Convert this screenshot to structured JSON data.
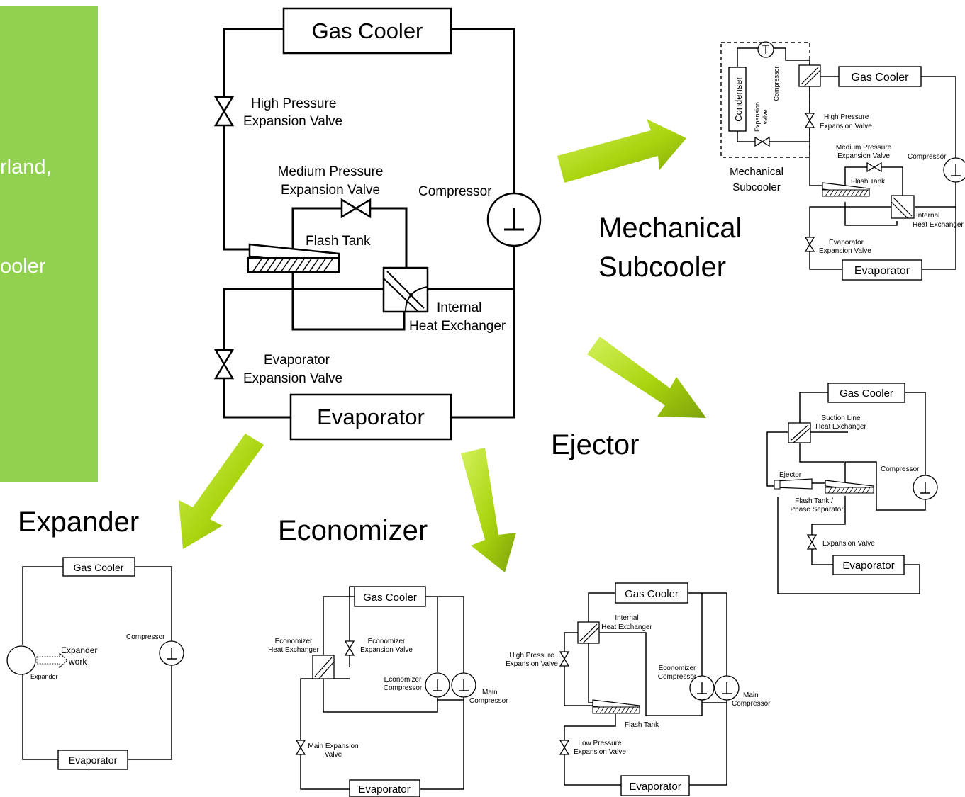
{
  "left_panel": {
    "text_fragments": [
      "rland,",
      "ooler"
    ],
    "color": "#92d050"
  },
  "main_cycle": {
    "gas_cooler": "Gas Cooler",
    "evaporator": "Evaporator",
    "high_pressure_valve": [
      "High Pressure",
      "Expansion Valve"
    ],
    "medium_pressure_valve": [
      "Medium Pressure",
      "Expansion Valve"
    ],
    "compressor": "Compressor",
    "flash_tank": "Flash Tank",
    "internal_hx": [
      "Internal",
      "Heat Exchanger"
    ],
    "evaporator_valve": [
      "Evaporator",
      "Expansion Valve"
    ]
  },
  "variants": {
    "mechanical_subcooler": {
      "title": [
        "Mechanical",
        "Subcooler"
      ],
      "gas_cooler": "Gas Cooler",
      "evaporator": "Evaporator",
      "condenser": "Condenser",
      "compressor_small": "Compressor",
      "expansion_small": [
        "Expansion",
        "valve"
      ],
      "caption": [
        "Mechanical",
        "Subcooler"
      ],
      "high_pressure_valve": [
        "High Pressure",
        "Expansion Valve"
      ],
      "medium_pressure_valve": [
        "Medium Pressure",
        "Expansion Valve"
      ],
      "compressor": "Compressor",
      "flash_tank": "Flash Tank",
      "internal_hx": [
        "Internal",
        "Heat Exchanger"
      ],
      "evaporator_valve": [
        "Evaporator",
        "Expansion Valve"
      ]
    },
    "ejector": {
      "title": "Ejector",
      "gas_cooler": "Gas Cooler",
      "evaporator": "Evaporator",
      "suction_hx": [
        "Suction Line",
        "Heat Exchanger"
      ],
      "compressor": "Compressor",
      "ejector": "Ejector",
      "flash_tank": [
        "Flash Tank /",
        "Phase Separator"
      ],
      "expansion_valve": "Expansion Valve"
    },
    "expander": {
      "title": "Expander",
      "gas_cooler": "Gas Cooler",
      "evaporator": "Evaporator",
      "compressor": "Compressor",
      "expander_work": [
        "Expander",
        "work"
      ],
      "expander": "Expander"
    },
    "economizer": {
      "title": "Economizer",
      "gas_cooler": "Gas Cooler",
      "evaporator": "Evaporator",
      "econ_hx": [
        "Economizer",
        "Heat Exchanger"
      ],
      "econ_valve": [
        "Economizer",
        "Expansion Valve"
      ],
      "econ_compressor": [
        "Economizer",
        "Compressor"
      ],
      "main_compressor": [
        "Main",
        "Compressor"
      ],
      "main_valve": [
        "Main Expansion",
        "Valve"
      ]
    },
    "economizer_flash": {
      "gas_cooler": "Gas Cooler",
      "evaporator": "Evaporator",
      "internal_hx": [
        "Internal",
        "Heat Exchanger"
      ],
      "high_pressure_valve": [
        "High Pressure",
        "Expansion Valve"
      ],
      "econ_compressor": [
        "Economizer",
        "Compressor"
      ],
      "main_compressor": [
        "Main",
        "Compressor"
      ],
      "flash_tank": "Flash Tank",
      "low_pressure_valve": [
        "Low Pressure",
        "Expansion Valve"
      ]
    }
  },
  "colors": {
    "arrow_light": "#d4f25c",
    "arrow_mid": "#a9d40e",
    "arrow_dark": "#7ea30a",
    "green_panel": "#92d050"
  }
}
